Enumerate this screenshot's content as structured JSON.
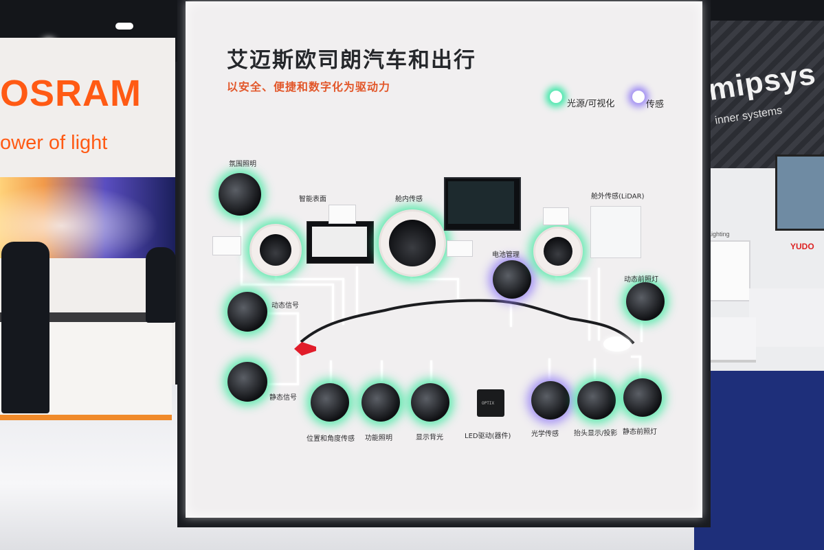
{
  "booth_left": {
    "brand": "OSRAM",
    "tagline": "ower of light"
  },
  "booth_right": {
    "brand": "mipsys",
    "tagline": "inner systems",
    "lighting_text": "Lighting",
    "yudo": "YUDO"
  },
  "wall": {
    "title": "艾迈斯欧司朗汽车和出行",
    "subtitle": "以安全、便捷和数字化为驱动力",
    "legend": {
      "light": "光源/可视化",
      "sensing": "传感"
    },
    "nodes": {
      "ambient": "氛围照明",
      "smart_surface": "智能表面",
      "cabin_sensing": "舱内传感",
      "lidar": "舱外传感(LiDAR)",
      "battery": "电池管理",
      "dynamic_headlamp": "动态前照灯",
      "dynamic_signal": "动态信号",
      "static_signal": "静态信号",
      "position_sensing": "位置和角度传感",
      "functional_light": "功能照明",
      "display_backlight": "显示背光",
      "led_driver": "LED驱动(器件)",
      "optical_sensing": "光学传感",
      "hud": "抬头显示/投影",
      "static_headlamp": "静态前照灯"
    },
    "chip_label": "OPTIX"
  },
  "colors": {
    "accent_orange": "#e2572a",
    "osram_orange": "#ff5a14",
    "glow_green": "#3fe7a8",
    "glow_purple": "#9e8bf3"
  }
}
